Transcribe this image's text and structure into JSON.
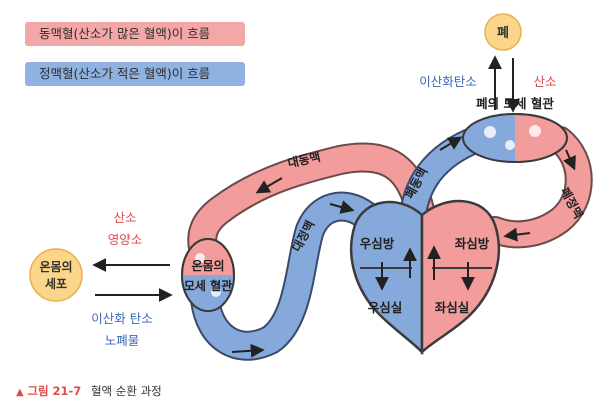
{
  "legend": {
    "artery": "동맥혈(산소가 많은 혈액)이 흐름",
    "vein": "정맥혈(산소가 적은 혈액)이 흐름"
  },
  "colors": {
    "artery": "#f29c9c",
    "artery_stroke": "#6b4a4a",
    "vein": "#86a9dc",
    "vein_stroke": "#3b4a6b",
    "node": "#fbd58a",
    "red_text": "#e04a4a",
    "blue_text": "#3b66b8"
  },
  "nodes": {
    "lung": "폐",
    "body_cells_line1": "온몸의",
    "body_cells_line2": "세포"
  },
  "labels": {
    "lung_capillary": "폐의 모세 혈관",
    "body_capillary_line1": "온몸의",
    "body_capillary_line2": "모세 혈관",
    "aorta": "대동맥",
    "vena_cava": "대정맥",
    "pulmonary_artery": "폐동맥",
    "pulmonary_vein": "폐정맥",
    "right_atrium": "우심방",
    "right_ventricle": "우심실",
    "left_atrium": "좌심방",
    "left_ventricle": "좌심실"
  },
  "exchange": {
    "lung_out": "이산화탄소",
    "lung_in": "산소",
    "to_cells_1": "산소",
    "to_cells_2": "영양소",
    "from_cells_1": "이산화 탄소",
    "from_cells_2": "노폐물"
  },
  "caption": {
    "marker": "▲",
    "figure": "그림 21-7",
    "title": "혈액 순환 과정"
  }
}
